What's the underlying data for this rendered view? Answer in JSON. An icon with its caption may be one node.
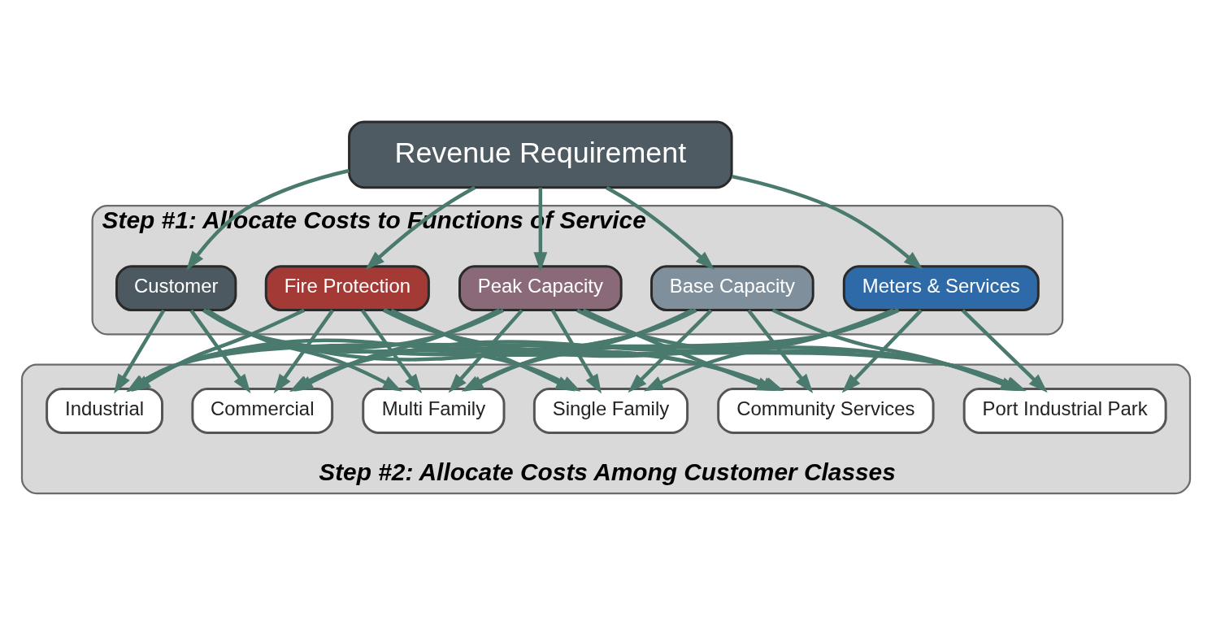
{
  "diagram": {
    "nodes": [
      {
        "text": [
          "Revenue Requirement"
        ]
      },
      {
        "text": [
          "Step #1: Allocate Costs to Functions of Service"
        ]
      },
      {
        "text": [
          "Customer"
        ],
        "in": 1
      },
      {
        "text": [
          "Meters & Services"
        ],
        "in": 1
      },
      {
        "text": [
          "Base Capacity"
        ],
        "in": 1
      },
      {
        "text": [
          "Peak Capacity"
        ],
        "in": 1
      },
      {
        "text": [
          "Fire Protection"
        ],
        "in": 1
      },
      {
        "text": [
          "Step #2: Allocate Costs Among Customer Classes"
        ]
      },
      {
        "text": [
          "Single Family"
        ],
        "in": 7
      },
      {
        "text": [
          "Multi Family"
        ],
        "in": 7
      },
      {
        "text": [
          "Commercial"
        ],
        "in": 7
      },
      {
        "text": [
          "Industrial"
        ],
        "in": 7
      },
      {
        "text": [
          "Port Industrial Park"
        ],
        "in": 7
      },
      {
        "text": [
          "Community Services"
        ],
        "in": 7
      }
    ],
    "edges": [
      {
        "from": 0,
        "to": 2,
        "arrow": "to"
      },
      {
        "from": 0,
        "to": 3,
        "arrow": "to"
      },
      {
        "from": 0,
        "to": 4,
        "arrow": "to"
      },
      {
        "from": 0,
        "to": 5,
        "arrow": "to"
      },
      {
        "from": 0,
        "to": 6,
        "arrow": "to"
      },
      {
        "from": 2,
        "to": 8,
        "arrow": "to"
      },
      {
        "from": 2,
        "to": 9,
        "arrow": "to"
      },
      {
        "from": 2,
        "to": 10,
        "arrow": "to"
      },
      {
        "from": 2,
        "to": 11,
        "arrow": "to"
      },
      {
        "from": 2,
        "to": 12,
        "arrow": "to"
      },
      {
        "from": 2,
        "to": 13,
        "arrow": "to"
      },
      {
        "from": 3,
        "to": 8,
        "arrow": "to"
      },
      {
        "from": 3,
        "to": 9,
        "arrow": "to"
      },
      {
        "from": 3,
        "to": 10,
        "arrow": "to"
      },
      {
        "from": 3,
        "to": 11,
        "arrow": "to"
      },
      {
        "from": 3,
        "to": 12,
        "arrow": "to"
      },
      {
        "from": 3,
        "to": 13,
        "arrow": "to"
      },
      {
        "from": 4,
        "to": 8,
        "arrow": "to"
      },
      {
        "from": 4,
        "to": 9,
        "arrow": "to"
      },
      {
        "from": 4,
        "to": 10,
        "arrow": "to"
      },
      {
        "from": 4,
        "to": 11,
        "arrow": "to"
      },
      {
        "from": 4,
        "to": 12,
        "arrow": "to"
      },
      {
        "from": 4,
        "to": 13,
        "arrow": "to"
      },
      {
        "from": 5,
        "to": 8,
        "arrow": "to"
      },
      {
        "from": 5,
        "to": 9,
        "arrow": "to"
      },
      {
        "from": 5,
        "to": 10,
        "arrow": "to"
      },
      {
        "from": 5,
        "to": 11,
        "arrow": "to"
      },
      {
        "from": 5,
        "to": 12,
        "arrow": "to"
      },
      {
        "from": 5,
        "to": 13,
        "arrow": "to"
      },
      {
        "from": 6,
        "to": 8,
        "arrow": "to"
      },
      {
        "from": 6,
        "to": 9,
        "arrow": "to"
      },
      {
        "from": 6,
        "to": 10,
        "arrow": "to"
      },
      {
        "from": 6,
        "to": 11,
        "arrow": "to"
      },
      {
        "from": 6,
        "to": 12,
        "arrow": "to"
      },
      {
        "from": 6,
        "to": 13,
        "arrow": "to"
      }
    ]
  }
}
